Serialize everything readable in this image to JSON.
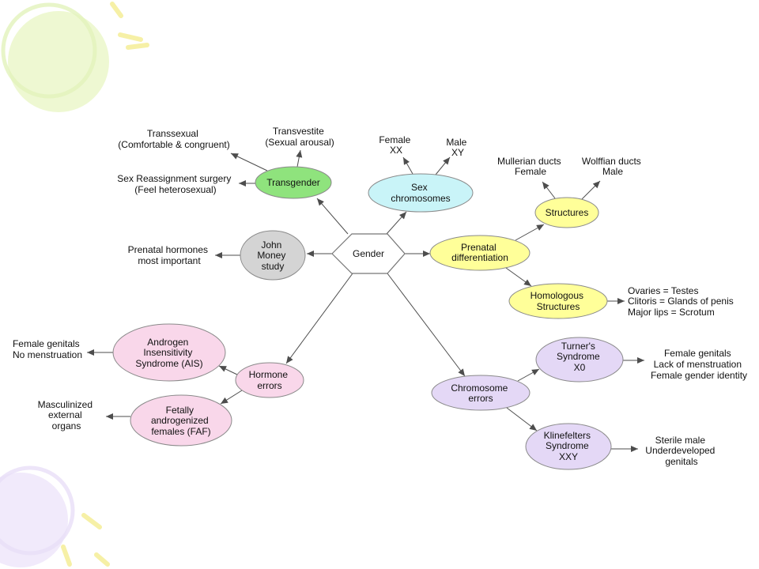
{
  "slide": {
    "center": {
      "label": "Gender",
      "fill": "#ffffff"
    },
    "nodes": {
      "transgender": {
        "lines": [
          "Transgender"
        ],
        "fill": "#8fe37d"
      },
      "sex_chromosomes": {
        "lines": [
          "Sex",
          "chromosomes"
        ],
        "fill": "#c9f4f8"
      },
      "john_money": {
        "lines": [
          "John",
          "Money",
          "study"
        ],
        "fill": "#d4d4d4"
      },
      "prenatal_differentiation": {
        "lines": [
          "Prenatal",
          "differentiation"
        ],
        "fill": "#ffff99"
      },
      "structures": {
        "lines": [
          "Structures"
        ],
        "fill": "#ffff99"
      },
      "homologous_structures": {
        "lines": [
          "Homologous",
          "Structures"
        ],
        "fill": "#ffff99"
      },
      "hormone_errors": {
        "lines": [
          "Hormone",
          "errors"
        ],
        "fill": "#f9d7ea"
      },
      "ais": {
        "lines": [
          "Androgen",
          "Insensitivity",
          "Syndrome (AIS)"
        ],
        "fill": "#f9d7ea"
      },
      "faf": {
        "lines": [
          "Fetally",
          "androgenized",
          "females (FAF)"
        ],
        "fill": "#f9d7ea"
      },
      "chromosome_errors": {
        "lines": [
          "Chromosome",
          "errors"
        ],
        "fill": "#e4d8f6"
      },
      "turners": {
        "lines": [
          "Turner's",
          "Syndrome",
          "X0"
        ],
        "fill": "#e4d8f6"
      },
      "klinefelters": {
        "lines": [
          "Klinefelters",
          "Syndrome",
          "XXY"
        ],
        "fill": "#e4d8f6"
      }
    },
    "labels": {
      "transsexual": [
        "Transsexual",
        "(Comfortable & congruent)"
      ],
      "transvestite": [
        "Transvestite",
        "(Sexual arousal)"
      ],
      "sex_reassignment": [
        "Sex Reassignment surgery",
        "(Feel heterosexual)"
      ],
      "female_xx": [
        "Female",
        "XX"
      ],
      "male_xy": [
        "Male",
        "XY"
      ],
      "mullerian": [
        "Mullerian ducts",
        "Female"
      ],
      "wolffian": [
        "Wolffian ducts",
        "Male"
      ],
      "prenatal_hormones": [
        "Prenatal hormones",
        "most important"
      ],
      "homologous_pairs": [
        "Ovaries = Testes",
        "Clitoris = Glands of penis",
        "Major lips = Scrotum"
      ],
      "ais_effects": [
        "Female genitals",
        "No menstruation"
      ],
      "faf_effects": [
        "Masculinized",
        "external",
        "organs"
      ],
      "turner_effects": [
        "Female genitals",
        "Lack of menstruation",
        "Female gender identity"
      ],
      "klinefelter_effects": [
        "Sterile male",
        "Underdeveloped",
        "genitals"
      ]
    }
  }
}
